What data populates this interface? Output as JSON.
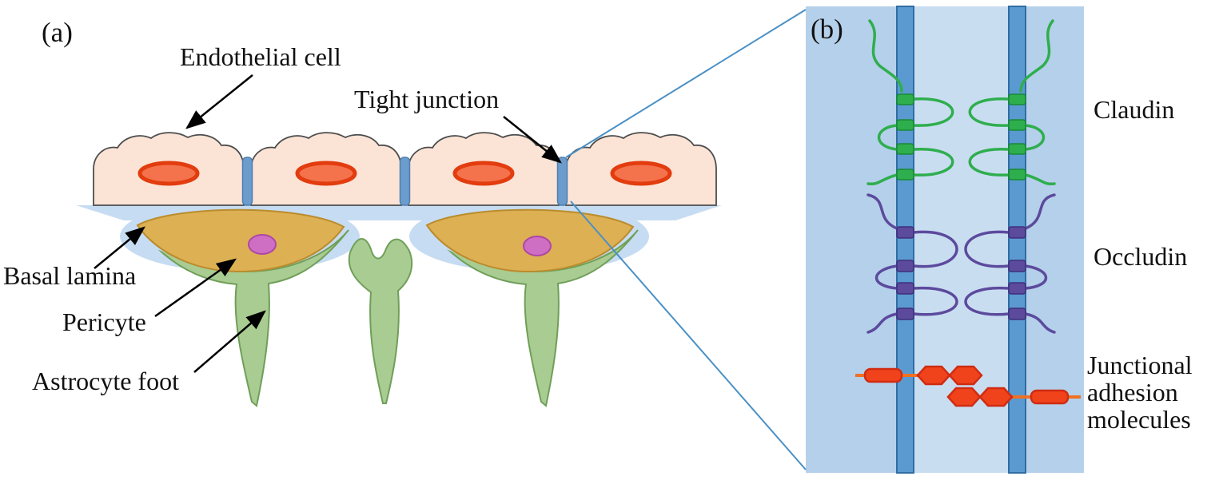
{
  "figure": {
    "description": "Blood-brain barrier schematic with tight junction molecular inset"
  },
  "panel_a": {
    "label": "(a)",
    "annotations": {
      "endothelial_cell": "Endothelial cell",
      "tight_junction": "Tight junction",
      "basal_lamina": "Basal lamina",
      "pericyte": "Pericyte",
      "astrocyte_foot": "Astrocyte foot"
    }
  },
  "panel_b": {
    "label": "(b)",
    "annotations": {
      "claudin": "Claudin",
      "occludin": "Occludin",
      "jam_lines": [
        "Junctional",
        "adhesion",
        "molecules"
      ]
    }
  },
  "colors": {
    "cell_fill": "#fbe4d6",
    "cell_nucleus_orange": "#f4734c",
    "tight_junction_blue": "#6b9ccc",
    "basal_lamina_blue": "#c6dcf2",
    "pericyte_tan": "#ddb054",
    "pericyte_nucleus_magenta": "#cf6fc4",
    "astrocyte_green": "#a9cc92",
    "membrane_blue": "#5b9ad0",
    "panel_b_background_blue": "#b5d0ea",
    "claudin_green": "#2fae4e",
    "occludin_purple": "#5c4a9d",
    "jam_red_orange": "#f0431c",
    "zoom_line_blue": "#4a90c5"
  }
}
